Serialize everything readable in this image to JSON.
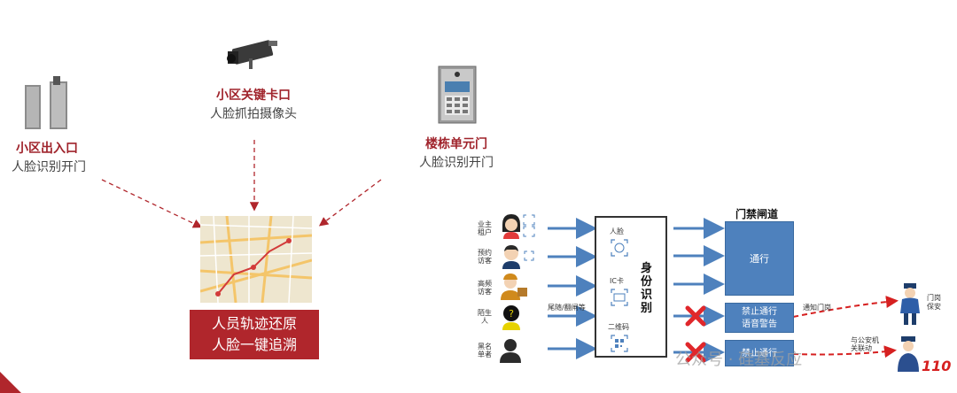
{
  "left": {
    "entrance": {
      "title": "小区出入口",
      "subtitle": "人脸识别开门"
    },
    "checkpoint": {
      "title": "小区关键卡口",
      "subtitle": "人脸抓拍摄像头"
    },
    "unit_door": {
      "title": "楼栋单元门",
      "subtitle": "人脸识别开门"
    },
    "result": {
      "line1": "人员轨迹还原",
      "line2": "人脸一键追溯"
    }
  },
  "right": {
    "persons": [
      {
        "label": "业主\n租户"
      },
      {
        "label": "预约\n访客"
      },
      {
        "label": "高频\n访客"
      },
      {
        "label": "陌生\n人"
      },
      {
        "label": "黑名\n单者"
      }
    ],
    "tailgate_note": "尾随/翻闸等",
    "id_box": {
      "title": "身份识别",
      "items": [
        "人脸",
        "IC卡",
        "二维码"
      ]
    },
    "gate_title": "门禁闸道",
    "outcomes": {
      "pass": "通行",
      "warn_line1": "禁止通行",
      "warn_line2": "语音警告",
      "deny": "禁止通行"
    },
    "notify_guard": "通知门岗",
    "guard_label": "门岗\n保安",
    "police_note": "与公安机\n关联动",
    "police_badge": "110",
    "watermark": "公众号 · 硅基反应"
  },
  "colors": {
    "accent_red": "#b0262c",
    "title_red": "#a0242c",
    "blue": "#4e81bd",
    "arrow_blue": "#4e81bd"
  }
}
